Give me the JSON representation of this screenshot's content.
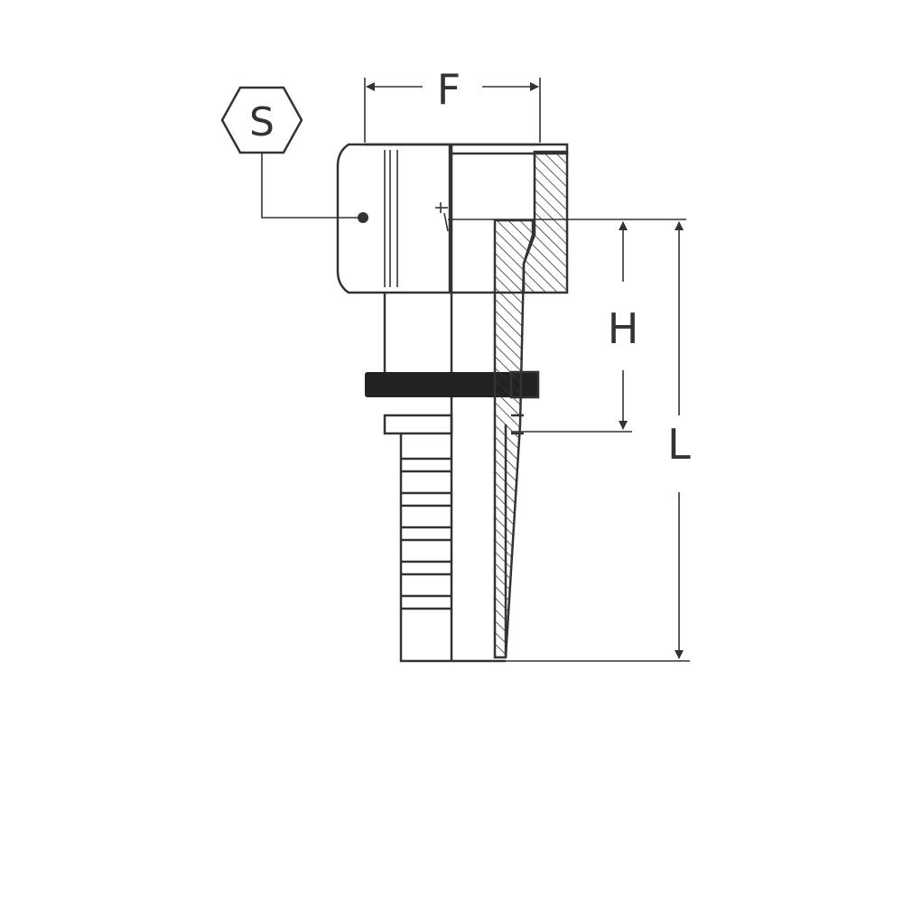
{
  "diagram": {
    "labels": {
      "hex_size": "S",
      "thread_size": "F",
      "height": "H",
      "length": "L"
    },
    "colors": {
      "line": "#333333",
      "seal_ring": "#222222",
      "background": "#ffffff"
    }
  }
}
